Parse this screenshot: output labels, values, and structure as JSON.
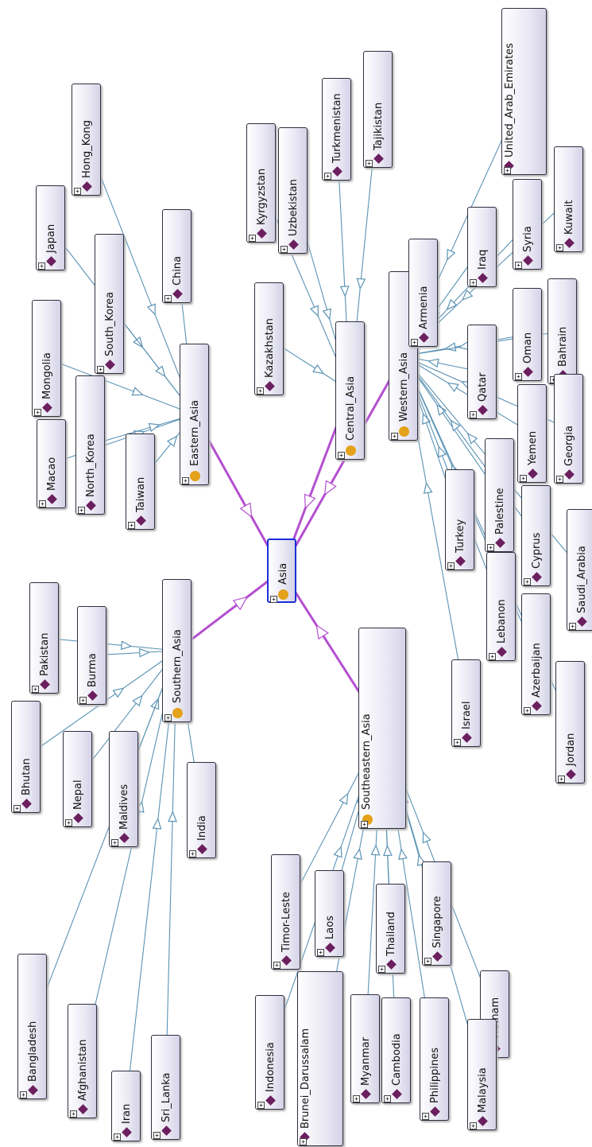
{
  "root": "Asia",
  "icons": {
    "class": "circle-icon",
    "individual": "diamond-icon",
    "expand": "plus-icon"
  },
  "colors": {
    "primary_edge": "#b44fd0",
    "secondary_edge": "#5b93b5",
    "root_border": "#1a2fd6",
    "class_icon": "#e3a21a",
    "individual_icon": "#6b1f5e"
  },
  "expand_glyph": "+",
  "regions": [
    {
      "name": "Eastern_Asia",
      "members": [
        "Hong_Kong",
        "Japan",
        "South_Korea",
        "China",
        "Mongolia",
        "Macao",
        "North_Korea",
        "Taiwan"
      ]
    },
    {
      "name": "Central_Asia",
      "members": [
        "Kyrgyzstan",
        "Uzbekistan",
        "Turkmenistan",
        "Tajikistan",
        "Kazakhstan"
      ]
    },
    {
      "name": "Western_Asia",
      "members": [
        "United_Arab_Emirates",
        "Kuwait",
        "Syria",
        "Iraq",
        "Armenia",
        "Qatar",
        "Oman",
        "Bahrain",
        "Yemen",
        "Georgia",
        "Palestine",
        "Turkey",
        "Cyprus",
        "Saudi_Arabia",
        "Israel",
        "Lebanon",
        "Azerbaijan",
        "Jordan"
      ]
    },
    {
      "name": "Southern_Asia",
      "members": [
        "Pakistan",
        "Burma",
        "Bhutan",
        "Nepal",
        "Maldives",
        "India",
        "Bangladesh",
        "Afghanistan",
        "Iran",
        "Sri_Lanka"
      ]
    },
    {
      "name": "Southeastern_Asia",
      "members": [
        "Timor-Leste",
        "Laos",
        "Thailand",
        "Singapore",
        "Vietnam",
        "Indonesia",
        "Brunei_Darussalam",
        "Myanmar",
        "Cambodia",
        "Philippines",
        "Malaysia"
      ]
    }
  ]
}
